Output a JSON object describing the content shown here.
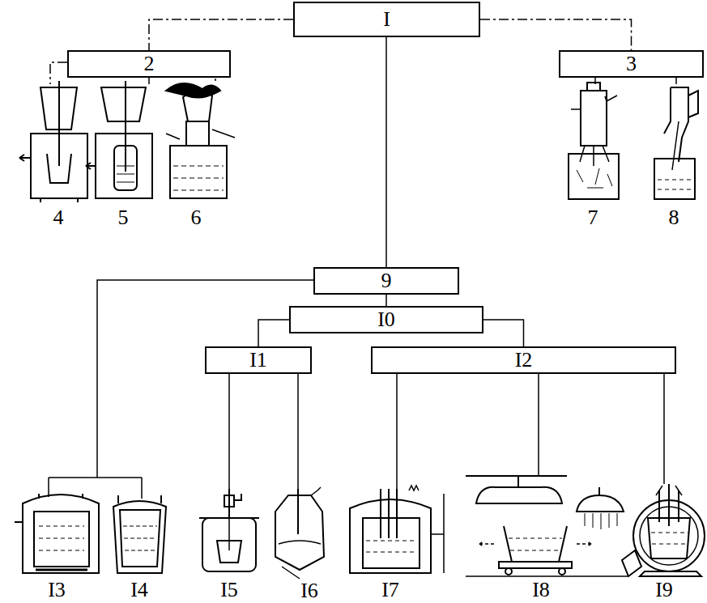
{
  "diagram": {
    "nodes": [
      {
        "text": [
          "I"
        ]
      },
      {
        "text": [
          "2"
        ]
      },
      {
        "text": [
          "3"
        ]
      },
      {
        "text": [
          "9"
        ]
      },
      {
        "text": [
          "I0"
        ]
      },
      {
        "text": [
          "I1"
        ]
      },
      {
        "text": [
          "I2"
        ]
      }
    ],
    "edges": [
      {
        "from": 0,
        "to": 1,
        "arrow": "none"
      },
      {
        "from": 0,
        "to": 2,
        "arrow": "none"
      },
      {
        "from": 0,
        "to": 3,
        "arrow": "none"
      },
      {
        "from": 3,
        "to": 4,
        "arrow": "none"
      },
      {
        "from": 4,
        "to": 5,
        "arrow": "none"
      },
      {
        "from": 4,
        "to": 6,
        "arrow": "none"
      }
    ],
    "labels": [
      "4",
      "5",
      "6",
      "7",
      "8",
      "I3",
      "I4",
      "I5",
      "I6",
      "I7",
      "I8",
      "I9"
    ]
  }
}
